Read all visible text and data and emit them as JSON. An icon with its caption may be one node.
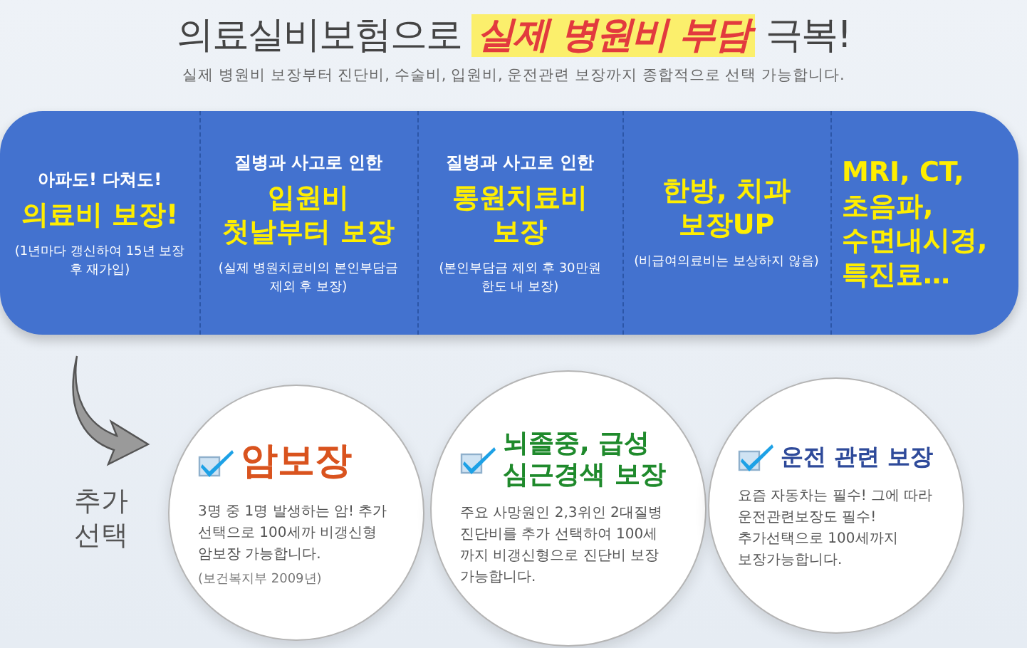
{
  "diagram": {
    "title": "의료실비보험으로 **실제 병원비 부담** 극복!",
    "nodes": [
      {
        "text": [],
        "shape": "box"
      },
      {
        "text": [
          "아파도! 다쳐도!",
          "의료비 보장!",
          "(1년마다 갱신하여 15년 보장 후 재가입)"
        ],
        "in": 0
      },
      {
        "text": [
          "질병과 사고로 인한",
          "입원비 첫날부터 보장",
          "(실제 병원치료비의 본인부담금 제외 후 보장)"
        ],
        "in": 0
      },
      {
        "text": [
          "질병과 사고로 인한",
          "통원치료비 보장",
          "(본인부담금 제외 후 30만원 한도 내 보장)"
        ],
        "in": 0
      },
      {
        "text": [
          "한방, 치과 보장UP",
          "(비급여의료비는 보상하지 않음)"
        ],
        "in": 0
      },
      {
        "text": [
          "MRI, CT, 초음파, 수면내시경, 특진료…"
        ],
        "in": 0
      },
      {
        "text": [
          "암보장",
          "3명 중 1명 발생하는 암! 추가 선택으로 100세까 비갱신형 암보장 가능합니다.",
          "(보건복지부 2009년)"
        ]
      },
      {
        "text": [
          "뇌졸중, 급성 심근경색 보장",
          "주요 사망원인 2,3위인 2대질병 진단비를 추가 선택하여 100세 까지 비갱신형으로 진단비 보장 가능합니다."
        ]
      },
      {
        "text": [
          "운전 관련 보장",
          "요즘 자동차는 필수! 그에 따라 운전관련보장도 필수! 추가선택으로 100세까지 보장가능합니다."
        ]
      }
    ],
    "labels": [
      "실제 병원비 보장부터 진단비, 수술비, 입원비, 운전관련 보장까지 종합적으로 선택 가능합니다.",
      "추가 선택"
    ]
  }
}
